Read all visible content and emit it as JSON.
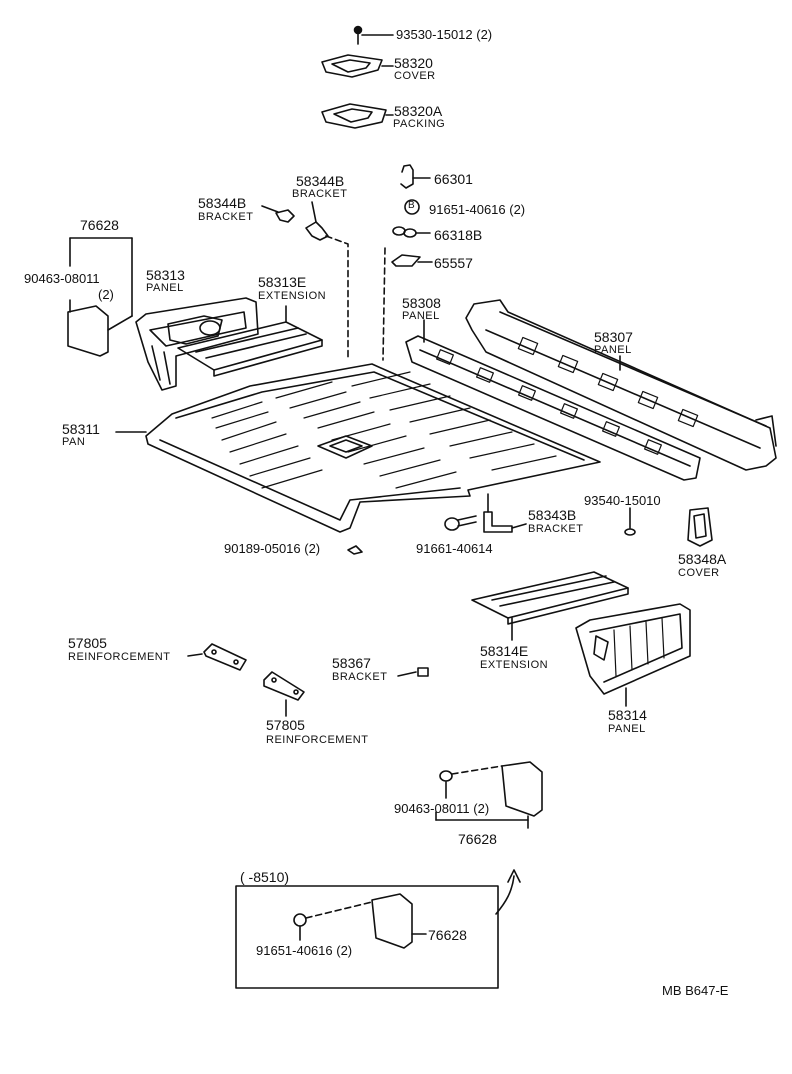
{
  "parts": {
    "p93530": {
      "number": "93530-15012 (2)"
    },
    "p58320": {
      "number": "58320",
      "name": "COVER"
    },
    "p58320A": {
      "number": "58320A",
      "name": "PACKING"
    },
    "p66301": {
      "number": "66301"
    },
    "p91651_top": {
      "number": "91651-40616 (2)",
      "marker": "B"
    },
    "p66318B": {
      "number": "66318B"
    },
    "p65557": {
      "number": "65557"
    },
    "p58344B_right": {
      "number": "58344B",
      "name": "BRACKET"
    },
    "p58344B_left": {
      "number": "58344B",
      "name": "BRACKET"
    },
    "p76628_top": {
      "number": "76628"
    },
    "p90463_top": {
      "number": "90463-08011",
      "qty": "(2)"
    },
    "p58313": {
      "number": "58313",
      "name": "PANEL"
    },
    "p58313E": {
      "number": "58313E",
      "name": "EXTENSION"
    },
    "p58308": {
      "number": "58308",
      "name": "PANEL"
    },
    "p58307": {
      "number": "58307",
      "name": "PANEL"
    },
    "p58311": {
      "number": "58311",
      "name": "PAN"
    },
    "p93540": {
      "number": "93540-15010"
    },
    "p58343B": {
      "number": "58343B",
      "name": "BRACKET"
    },
    "p91661": {
      "number": "91661-40614"
    },
    "p90189": {
      "number": "90189-05016 (2)"
    },
    "p58348A": {
      "number": "58348A",
      "name": "COVER"
    },
    "p57805_a": {
      "number": "57805",
      "name": "REINFORCEMENT"
    },
    "p57805_b": {
      "number": "57805",
      "name": "REINFORCEMENT"
    },
    "p58367": {
      "number": "58367",
      "name": "BRACKET"
    },
    "p58314E": {
      "number": "58314E",
      "name": "EXTENSION"
    },
    "p58314": {
      "number": "58314",
      "name": "PANEL"
    },
    "p90463_bot": {
      "number": "90463-08011 (2)"
    },
    "p76628_bot": {
      "number": "76628"
    }
  },
  "inset": {
    "range": "(        -8510)",
    "bolt": "91651-40616 (2)",
    "cover": "76628"
  },
  "footer": {
    "code": "MB  B647-E"
  }
}
